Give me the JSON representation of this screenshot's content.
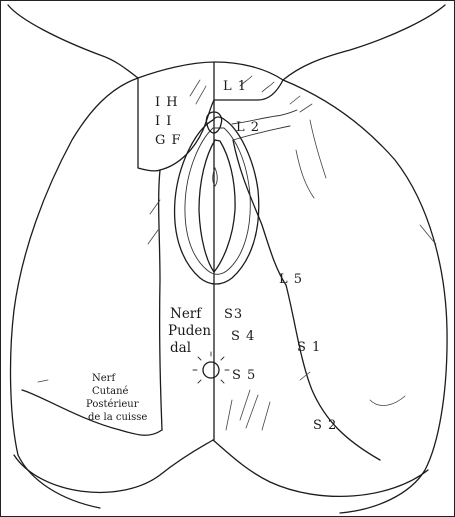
{
  "labels": {
    "l1": "L 1",
    "l2": "L 2",
    "l5": "L 5",
    "ih": "I H",
    "ii": "I I",
    "gf": "G F",
    "s1": "S 1",
    "s2": "S 2",
    "s3": "S3",
    "s4": "S 4",
    "s5": "S 5",
    "nerf_pudendal": [
      "Nerf",
      "Puden",
      "dal"
    ],
    "nerf_cutane": [
      "Nerf",
      "Cutané",
      "Postérieur",
      "de la cuisse"
    ]
  }
}
